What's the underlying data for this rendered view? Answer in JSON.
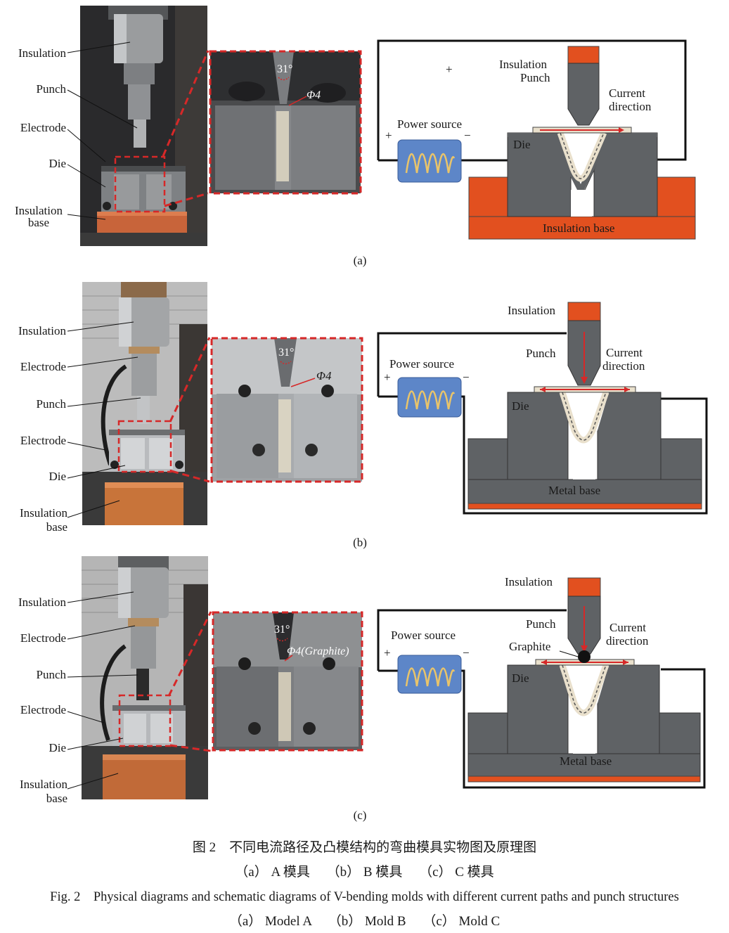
{
  "panels": [
    {
      "id": "a",
      "sub_label": "(a)",
      "photo_labels": [
        "Insulation",
        "Punch",
        "Electrode",
        "Die",
        "Insulation base"
      ],
      "zoom": {
        "angle": "31°",
        "dia": "Φ4"
      },
      "schematic": {
        "insulation_punch_label": "Insulation Punch",
        "current_label": "Current direction",
        "power_label": "Power source",
        "die_label": "Die",
        "base_label": "Insulation base",
        "plus": "+",
        "minus": "−",
        "extra_plus": "+"
      }
    },
    {
      "id": "b",
      "sub_label": "(b)",
      "photo_labels": [
        "Insulation",
        "Electrode",
        "Punch",
        "Electrode",
        "Die",
        "Insulation base"
      ],
      "zoom": {
        "angle": "31°",
        "dia": "Φ4"
      },
      "schematic": {
        "insulation_label": "Insulation",
        "punch_label": "Punch",
        "current_label": "Current direction",
        "power_label": "Power source",
        "die_label": "Die",
        "base_label": "Metal base",
        "plus": "+",
        "minus": "−"
      }
    },
    {
      "id": "c",
      "sub_label": "(c)",
      "photo_labels": [
        "Insulation",
        "Electrode",
        "Punch",
        "Electrode",
        "Die",
        "Insulation base"
      ],
      "zoom": {
        "angle": "31°",
        "dia": "Φ4(Graphite)"
      },
      "schematic": {
        "insulation_label": "Insulation",
        "punch_label": "Punch",
        "graphite_label": "Graphite",
        "current_label": "Current direction",
        "power_label": "Power source",
        "die_label": "Die",
        "base_label": "Metal base",
        "plus": "+",
        "minus": "−"
      }
    }
  ],
  "caption": {
    "cn_title": "图 2　不同电流路径及凸模结构的弯曲模具实物图及原理图",
    "cn_sub": "（a） A 模具　 （b） B 模具　 （c） C 模具",
    "en_title": "Fig. 2　Physical diagrams and schematic diagrams of V-bending molds with different current paths and punch structures",
    "en_sub": "（a） Model A　 （b） Mold B　 （c） Mold C"
  },
  "colors": {
    "die_gray": "#5f6265",
    "insulation_orange": "#e2501f",
    "power_blue": "#5d86c8",
    "dash_red": "#d62828",
    "sheet_beige": "#e9e0cc"
  }
}
